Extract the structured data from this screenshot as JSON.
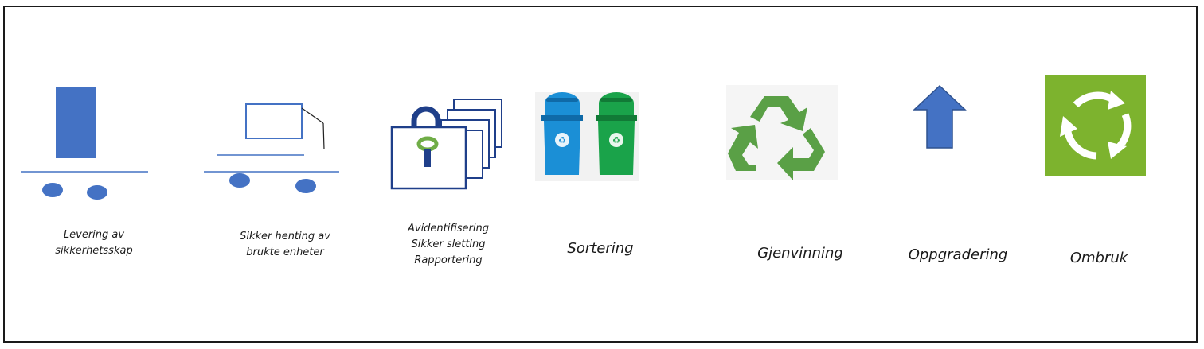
{
  "colors": {
    "blue": "#4472c4",
    "navy": "#1f3f8a",
    "bin_blue": "#1b8fd6",
    "bin_green": "#1aa34a",
    "recycle_green": "#5aa046",
    "reuse_bg": "#7db32e",
    "lock_green": "#70ad47"
  },
  "steps": [
    {
      "icon": "cabinet-delivery-icon",
      "lines": [
        "Levering av",
        "sikkerhetsskap"
      ]
    },
    {
      "icon": "truck-pickup-icon",
      "lines": [
        "Sikker henting av",
        "brukte enheter"
      ]
    },
    {
      "icon": "secure-documents-lock-icon",
      "lines": [
        "Avidentifisering",
        "Sikker sletting",
        "Rapportering"
      ]
    },
    {
      "icon": "recycling-bins-icon",
      "lines": [
        "Sortering"
      ]
    },
    {
      "icon": "recycle-icon",
      "lines": [
        "Gjenvinning"
      ]
    },
    {
      "icon": "up-arrow-icon",
      "lines": [
        "Oppgradering"
      ]
    },
    {
      "icon": "reuse-circle-icon",
      "lines": [
        "Ombruk"
      ]
    }
  ]
}
